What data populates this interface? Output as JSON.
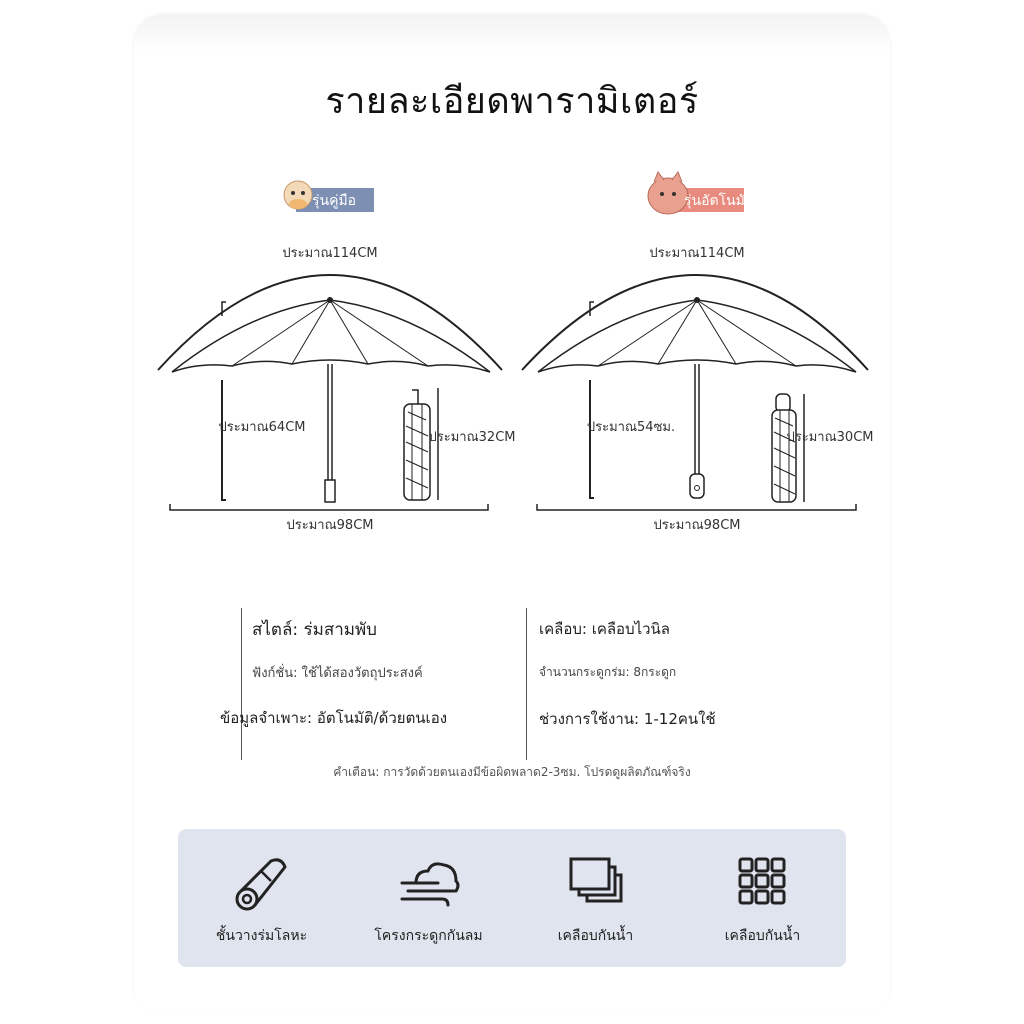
{
  "title": "รายละเอียดพารามิเตอร์",
  "left_umbrella": {
    "badge": "รุ่นคู่มือ",
    "arc": "ประมาณ114CM",
    "height": "ประมาณ64CM",
    "folded": "ประมาณ32CM",
    "width": "ประมาณ98CM"
  },
  "right_umbrella": {
    "badge": "รุ่นอัตโนมัติ",
    "arc": "ประมาณ114CM",
    "height": "ประมาณ54ซม.",
    "folded": "ประมาณ30CM",
    "width": "ประมาณ98CM"
  },
  "specs": {
    "style": "สไตล์: ร่มสามพับ",
    "function": "ฟังก์ชั่น: ใช้ได้สองวัตถุประสงค์",
    "details": "ข้อมูลจำเพาะ: อัตโนมัติ/ด้วยตนเอง",
    "coating": "เคลือบ: เคลือบไวนิล",
    "ribs": "จำนวนกระดูกร่ม: 8กระดูก",
    "age": "ช่วงการใช้งาน: 1-12คนใช้"
  },
  "note": "คำเตือน: การวัดด้วยตนเองมีข้อผิดพลาด2-3ซม. โปรดดูผลิตภัณฑ์จริง",
  "features": [
    {
      "icon": "metal-rod-icon",
      "label": "ชั้นวางร่มโลหะ"
    },
    {
      "icon": "wind-cloud-icon",
      "label": "โครงกระดูกกันลม"
    },
    {
      "icon": "layers-icon",
      "label": "เคลือบกันน้ำ"
    },
    {
      "icon": "grid-icon",
      "label": "เคลือบกันน้ำ"
    }
  ],
  "colors": {
    "feature_bg": "#dfe4ee",
    "left_badge": "#7d8fb3",
    "right_badge": "#e88a7e"
  }
}
